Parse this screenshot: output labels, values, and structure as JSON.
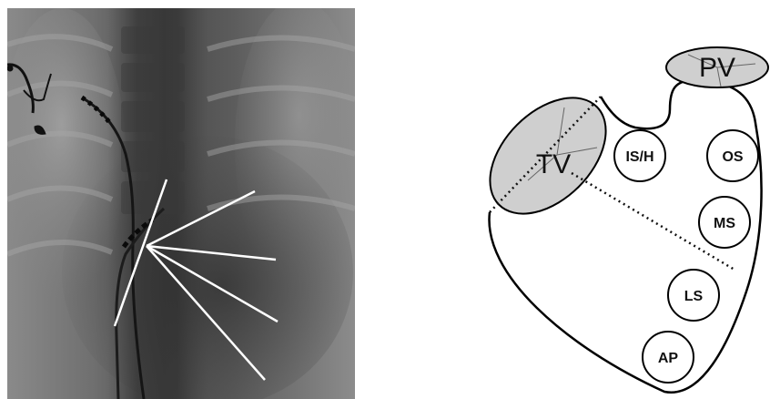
{
  "xray": {
    "alt": "fluoroscopic chest image with lead and catheter"
  },
  "diagram": {
    "valves": {
      "tricuspid": "TV",
      "pulmonary": "PV"
    },
    "regions": [
      {
        "id": "ish",
        "label": "IS/H"
      },
      {
        "id": "os",
        "label": "OS"
      },
      {
        "id": "ms",
        "label": "MS"
      },
      {
        "id": "ls",
        "label": "LS"
      },
      {
        "id": "ap",
        "label": "AP"
      }
    ]
  }
}
